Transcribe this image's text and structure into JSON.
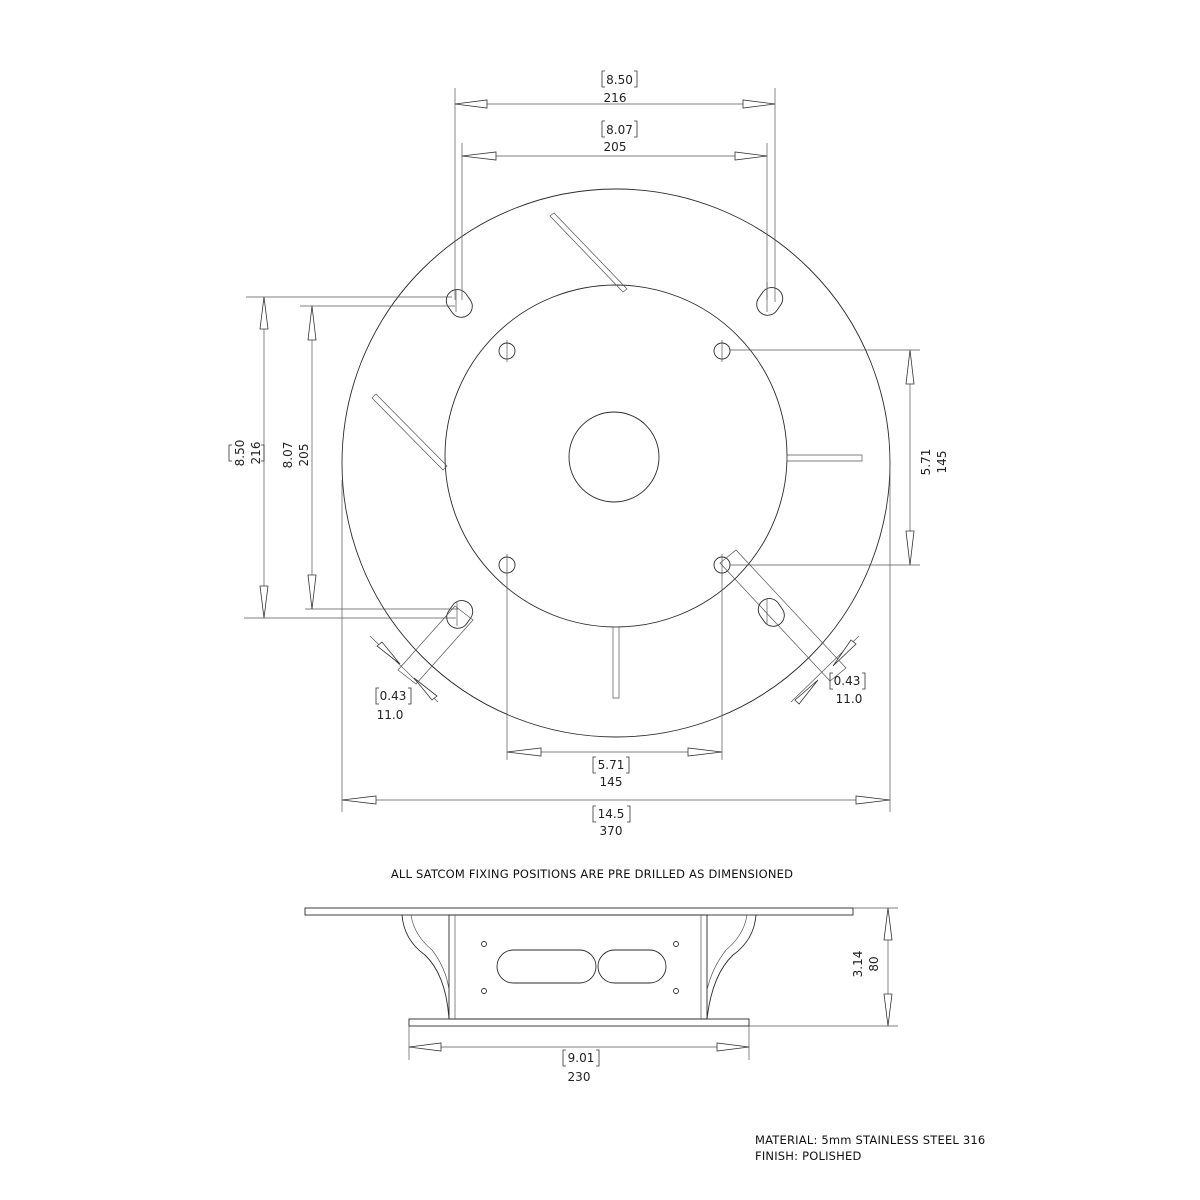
{
  "dimensions": {
    "top_outer": {
      "imperial": "8.50",
      "metric": "216"
    },
    "top_inner": {
      "imperial": "8.07",
      "metric": "205"
    },
    "left_outer": {
      "imperial": "8.50",
      "metric": "216"
    },
    "left_inner": {
      "imperial": "8.07",
      "metric": "205"
    },
    "right_pcd": {
      "imperial": "5.71",
      "metric": "145"
    },
    "bottom_pcd": {
      "imperial": "5.71",
      "metric": "145"
    },
    "slot_left": {
      "imperial": "0.43",
      "metric": "11.0"
    },
    "slot_right": {
      "imperial": "0.43",
      "metric": "11.0"
    },
    "overall_diameter": {
      "imperial": "14.5",
      "metric": "370"
    },
    "side_height": {
      "imperial": "3.14",
      "metric": "80"
    },
    "side_base": {
      "imperial": "9.01",
      "metric": "230"
    }
  },
  "notes": {
    "fixing_note": "ALL SATCOM FIXING POSITIONS ARE PRE DRILLED AS DIMENSIONED",
    "material": "MATERIAL: 5mm STAINLESS STEEL 316",
    "finish": "FINISH: POLISHED"
  }
}
